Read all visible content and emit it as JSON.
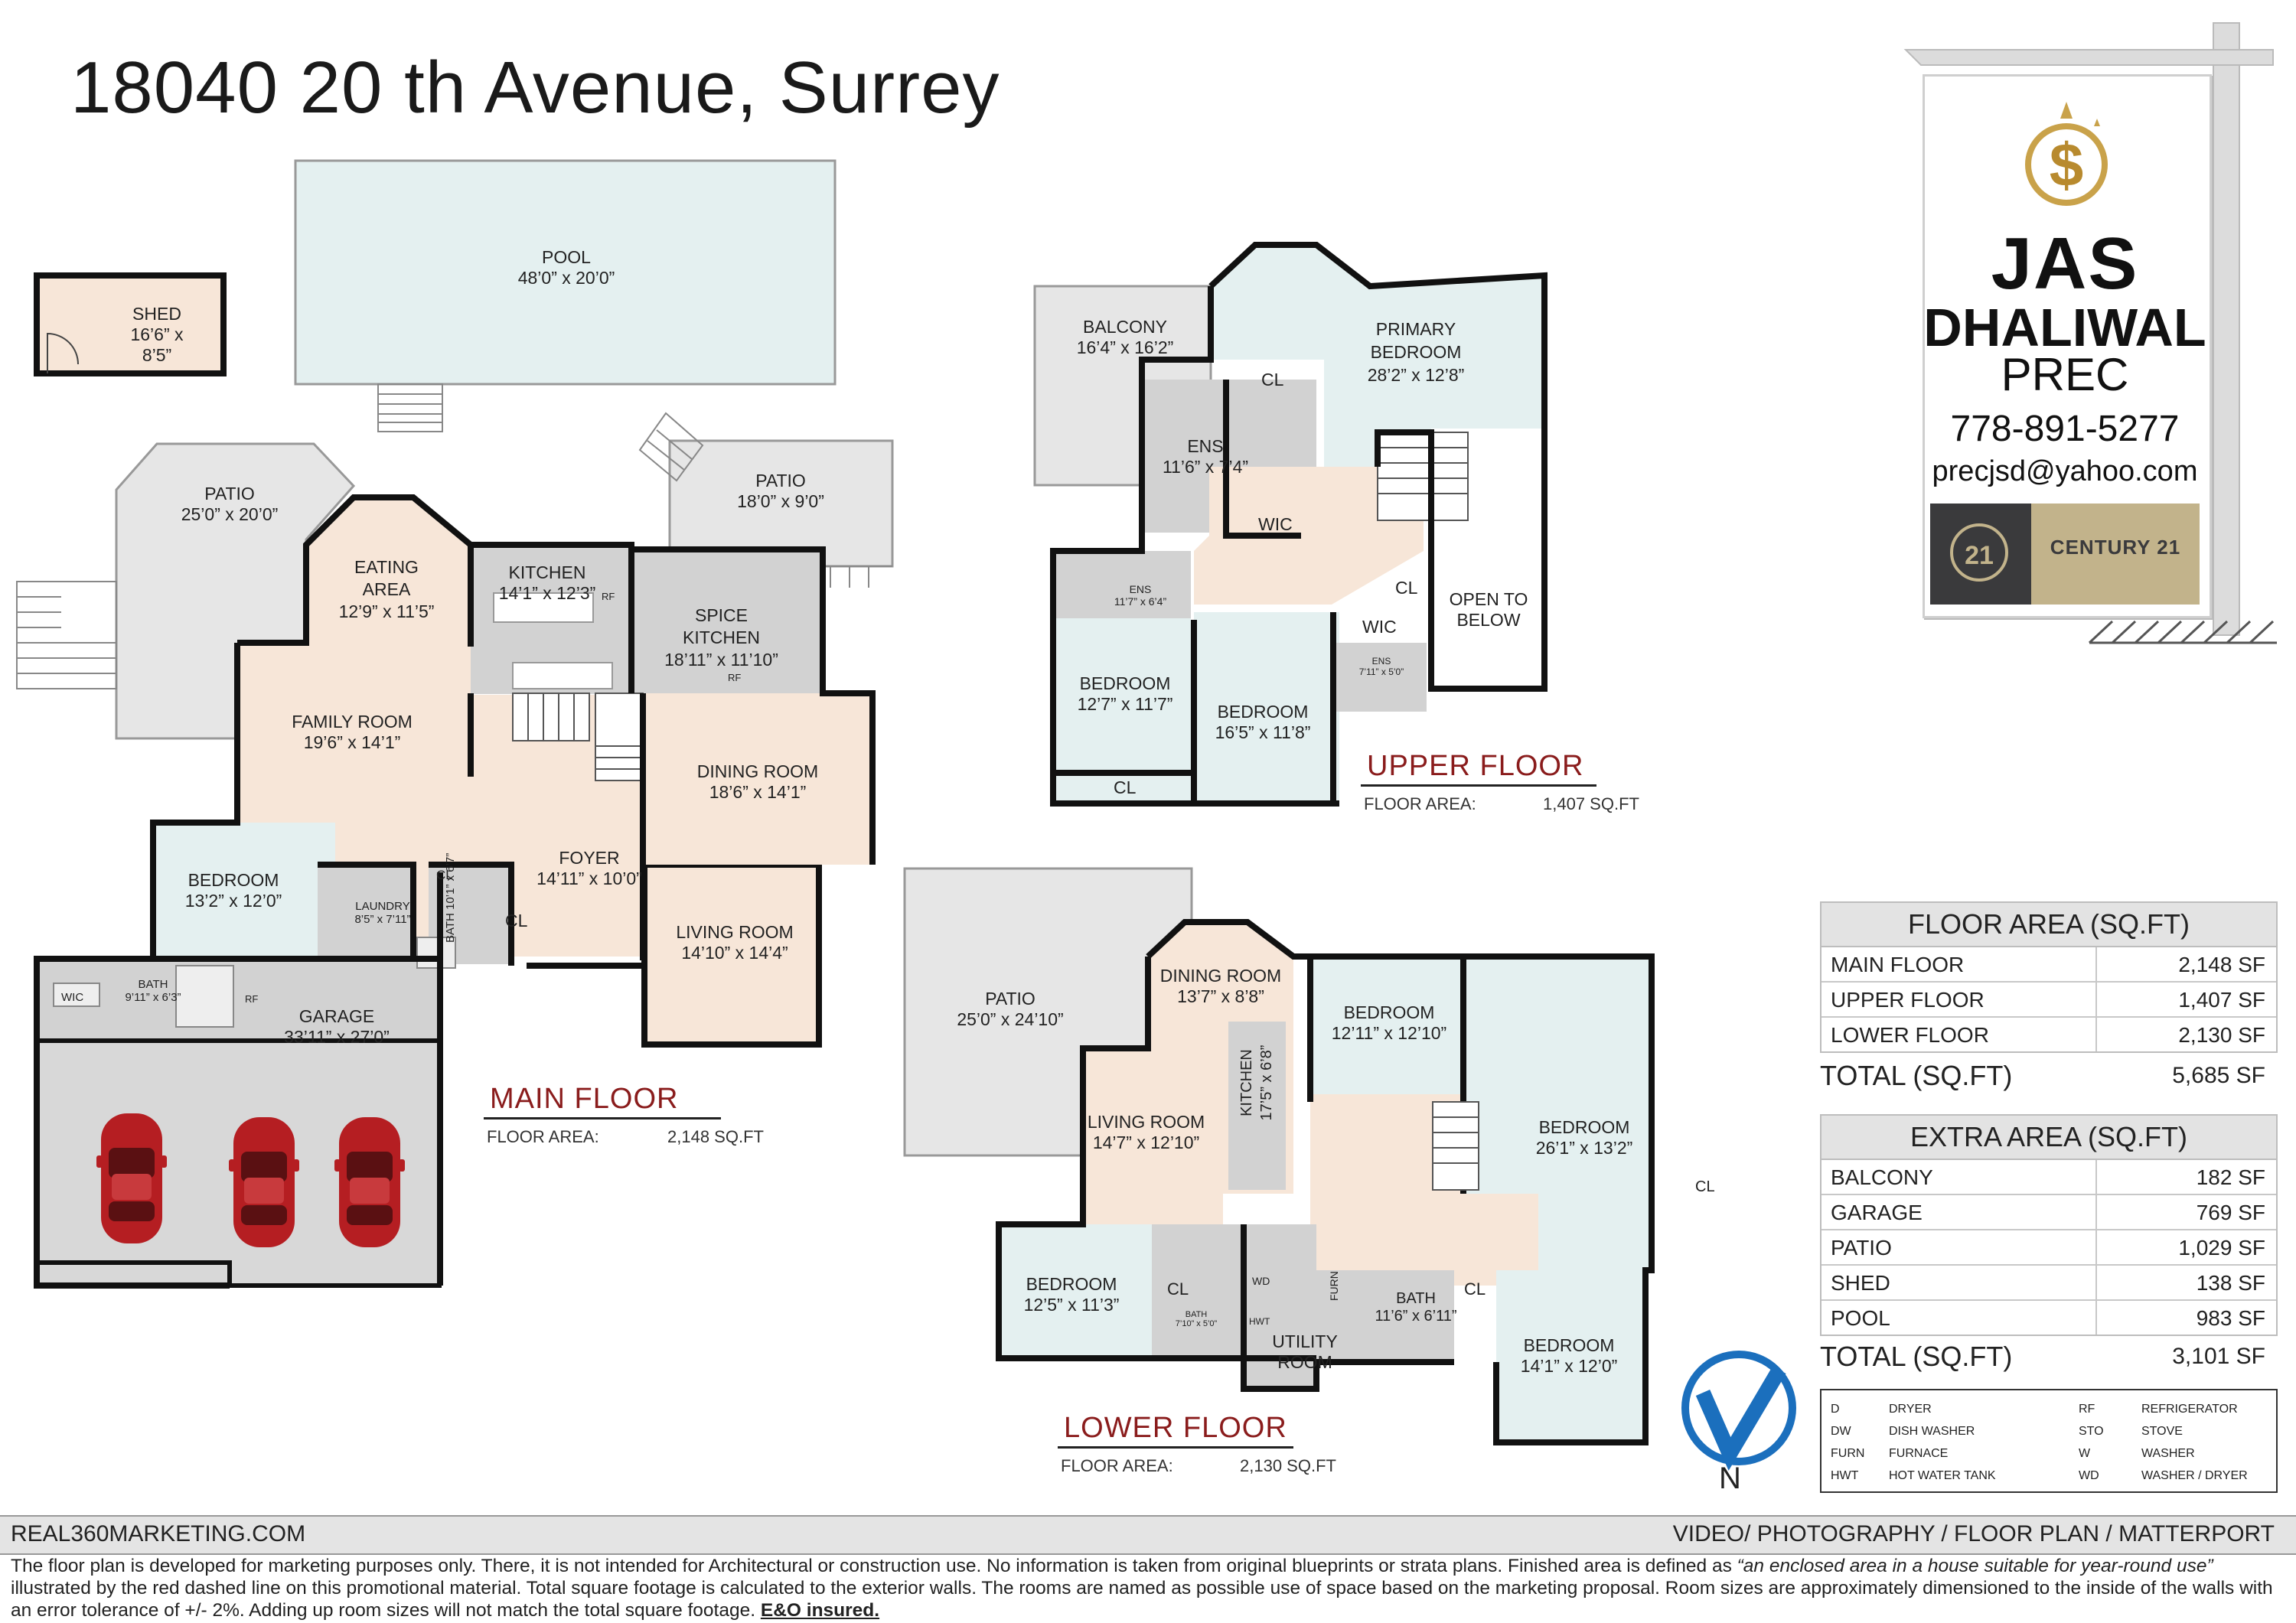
{
  "address": "18040 20 th Avenue, Surrey",
  "colors": {
    "interior": "#f7e6d8",
    "bedroom": "#e4f0f0",
    "wet": "#d2d2d2",
    "exterior": "#e6e6e6",
    "pool": "#e4f0f0",
    "wall": "#111111",
    "floor_label": "#8a1c1c",
    "car": "#b51e22"
  },
  "main_floor": {
    "label": "MAIN FLOOR",
    "area_label": "FLOOR AREA:",
    "area_value": "2,148 SQ.FT",
    "rooms": {
      "shed": {
        "name": "SHED",
        "dim": "16’6” x 8’5”"
      },
      "pool": {
        "name": "POOL",
        "dim": "48’0” x 20’0”"
      },
      "patio1": {
        "name": "PATIO",
        "dim": "25’0” x 20’0”"
      },
      "patio2": {
        "name": "PATIO",
        "dim": "18’0” x 9’0”"
      },
      "eating": {
        "name1": "EATING",
        "name2": "AREA",
        "dim": "12’9” x 11’5”"
      },
      "kitchen": {
        "name": "KITCHEN",
        "dim": "14’1” x 12’3”"
      },
      "spice": {
        "name1": "SPICE",
        "name2": "KITCHEN",
        "dim": "18’11” x 11’10”"
      },
      "family": {
        "name": "FAMILY ROOM",
        "dim": "19’6” x 14’1”"
      },
      "dining": {
        "name": "DINING ROOM",
        "dim": "18’6” x 14’1”"
      },
      "bedroom": {
        "name": "BEDROOM",
        "dim": "13’2” x 12’0”"
      },
      "laundry": {
        "name": "LAUNDRY",
        "dim": "8’5” x 7’11”"
      },
      "foyer": {
        "name": "FOYER",
        "dim": "14’11” x 10’0”"
      },
      "bath_small": {
        "name": "BATH",
        "dim": "10’1” x 6’7”"
      },
      "living": {
        "name": "LIVING ROOM",
        "dim": "14’10” x 14’4”"
      },
      "bath": {
        "name": "BATH",
        "dim": "9’11” x 6’3”"
      },
      "wic": {
        "name": "WIC"
      },
      "garage": {
        "name": "GARAGE",
        "dim": "33’11” x 27’0”"
      },
      "cl1": "CL",
      "cl2": "CL",
      "rf1": "RF",
      "rf2": "RF",
      "rf3": "RF"
    }
  },
  "upper_floor": {
    "label": "UPPER FLOOR",
    "area_label": "FLOOR AREA:",
    "area_value": "1,407 SQ.FT",
    "rooms": {
      "balcony": {
        "name": "BALCONY",
        "dim": "16’4” x 16’2”"
      },
      "primary": {
        "name1": "PRIMARY",
        "name2": "BEDROOM",
        "dim": "28’2” x 12’8”"
      },
      "ens": {
        "name": "ENS",
        "dim": "11’6” x 7’4”"
      },
      "wic1": "WIC",
      "wic2": "WIC",
      "ens2": {
        "name": "ENS",
        "dim": "11’7” x 6’4”"
      },
      "ens3": {
        "name": "ENS",
        "dim": "7’11” x 5’0”"
      },
      "open": {
        "name1": "OPEN TO",
        "name2": "BELOW"
      },
      "bed1": {
        "name": "BEDROOM",
        "dim": "12’7” x 11’7”"
      },
      "bed2": {
        "name": "BEDROOM",
        "dim": "16’5” x 11’8”"
      },
      "cl1": "CL",
      "cl2": "CL",
      "cl3": "CL"
    }
  },
  "lower_floor": {
    "label": "LOWER FLOOR",
    "area_label": "FLOOR AREA:",
    "area_value": "2,130 SQ.FT",
    "rooms": {
      "patio": {
        "name": "PATIO",
        "dim": "25’0” x 24’10”"
      },
      "dining": {
        "name": "DINING ROOM",
        "dim": "13’7” x 8’8”"
      },
      "kitchen": {
        "name": "KITCHEN",
        "dim": "17’5” x 6’8”"
      },
      "bed1": {
        "name": "BEDROOM",
        "dim": "12’11” x 12’10”"
      },
      "living": {
        "name": "LIVING ROOM",
        "dim": "14’7” x 12’10”"
      },
      "bed_big": {
        "name": "BEDROOM",
        "dim": "26’1” x 13’2”"
      },
      "bed2": {
        "name": "BEDROOM",
        "dim": "12’5” x 11’3”"
      },
      "bath1": {
        "name": "BATH",
        "dim": "7’10” x 5’0”"
      },
      "utility": {
        "name1": "UTILITY",
        "name2": "ROOM"
      },
      "bath2": {
        "name": "BATH",
        "dim": "11’6” x 6’11”"
      },
      "bed3": {
        "name": "BEDROOM",
        "dim": "14’1” x 12’0”"
      },
      "wd": "WD",
      "hwt": "HWT",
      "furn": "FURN",
      "cl1": "CL",
      "cl2": "CL",
      "cl3": "CL"
    }
  },
  "compass": "N",
  "sign": {
    "name1": "JAS",
    "name2": "DHALIWAL",
    "name3": "PREC",
    "phone": "778-891-5277",
    "email": "precjsd@yahoo.com",
    "brand": "CENTURY 21",
    "brand_mark": "21"
  },
  "floor_area_table": {
    "title": "FLOOR AREA (SQ.FT)",
    "rows": [
      {
        "name": "MAIN FLOOR",
        "value": "2,148 SF"
      },
      {
        "name": "UPPER FLOOR",
        "value": "1,407 SF"
      },
      {
        "name": "LOWER FLOOR",
        "value": "2,130 SF"
      }
    ],
    "total_label": "TOTAL (SQ.FT)",
    "total_value": "5,685 SF"
  },
  "extra_area_table": {
    "title": "EXTRA AREA (SQ.FT)",
    "rows": [
      {
        "name": "BALCONY",
        "value": "182 SF"
      },
      {
        "name": "GARAGE",
        "value": "769 SF"
      },
      {
        "name": "PATIO",
        "value": "1,029 SF"
      },
      {
        "name": "SHED",
        "value": "138 SF"
      },
      {
        "name": "POOL",
        "value": "983 SF"
      }
    ],
    "total_label": "TOTAL (SQ.FT)",
    "total_value": "3,101 SF"
  },
  "legend": [
    {
      "abbr": "D",
      "desc": "DRYER"
    },
    {
      "abbr": "DW",
      "desc": "DISH WASHER"
    },
    {
      "abbr": "FURN",
      "desc": "FURNACE"
    },
    {
      "abbr": "HWT",
      "desc": "HOT WATER TANK"
    },
    {
      "abbr": "RF",
      "desc": "REFRIGERATOR"
    },
    {
      "abbr": "STO",
      "desc": "STOVE"
    },
    {
      "abbr": "W",
      "desc": "WASHER"
    },
    {
      "abbr": "WD",
      "desc": "WASHER / DRYER"
    }
  ],
  "footer": {
    "left": "REAL360MARKETING.COM",
    "right": "VIDEO/ PHOTOGRAPHY / FLOOR PLAN / MATTERPORT",
    "disclaimer_a": "The floor plan is developed for marketing purposes only. There, it is not intended for Architectural or construction use. No information is  taken from original blueprints or strata plans. Finished area is defined as ",
    "disclaimer_quote": "“an enclosed area in a house suitable for year-round use”",
    "disclaimer_b": " illustrated by the red dashed line on this promotional material. Total square footage is calculated to the exterior walls. The rooms are named as possible use of space based on the marketing proposal. Room sizes are approximately dimensioned to the inside of the walls with an error tolerance of +/- 2%. Adding up room sizes will not match the total square footage. ",
    "disclaimer_eo": "E&O insured."
  }
}
